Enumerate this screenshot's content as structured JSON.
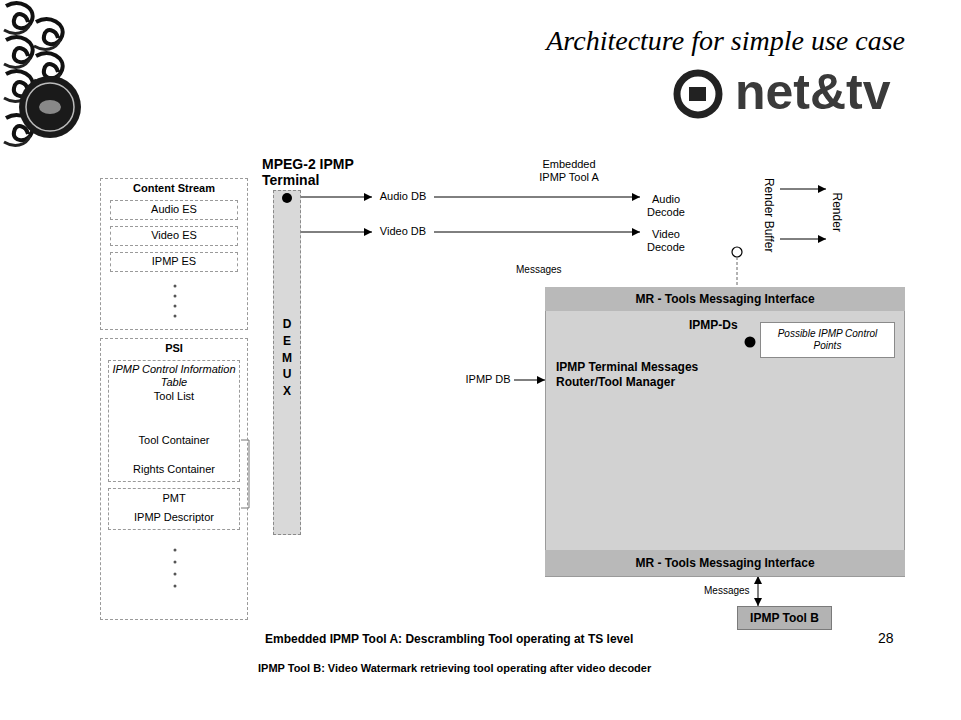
{
  "diagram": {
    "title": "Architecture for simple use case",
    "nodes": [
      {
        "text": [
          "Content Stream"
        ]
      },
      {
        "text": [
          "Audio ES"
        ],
        "in": 0
      },
      {
        "text": [
          "Video ES"
        ],
        "in": 0
      },
      {
        "text": [
          "IPMP ES"
        ],
        "in": 0
      },
      {
        "text": [
          "PSI"
        ]
      },
      {
        "text": [
          "IPMP Control Information Table",
          "Tool List",
          "Tool Container",
          "Rights Container"
        ],
        "in": 4
      },
      {
        "text": [
          "PMT",
          "IPMP Descriptor"
        ],
        "in": 4
      },
      {
        "text": [
          "DEMUX"
        ]
      },
      {
        "text": [
          "Audio DB"
        ]
      },
      {
        "text": [
          "Video DB"
        ]
      },
      {
        "text": [
          "Audio Decode"
        ]
      },
      {
        "text": [
          "Video Decode"
        ]
      },
      {
        "text": [
          "Render Buffer"
        ]
      },
      {
        "text": [
          "Render"
        ]
      },
      {
        "text": [
          "IPMP-Ds",
          "IPMP Terminal Messages Router/Tool Manager"
        ]
      },
      {
        "text": [
          "MR - Tools Messaging Interface"
        ],
        "in": 14
      },
      {
        "text": [
          "Possible IPMP Control Points"
        ],
        "in": 14
      },
      {
        "text": [
          "MR - Tools Messaging Interface"
        ],
        "in": 14
      },
      {
        "text": [
          "IPMP DB"
        ]
      },
      {
        "text": [
          "IPMP Tool B"
        ]
      }
    ],
    "edges": [
      {
        "from": 7,
        "to": 8,
        "arrow": "to"
      },
      {
        "from": 7,
        "to": 9,
        "arrow": "to"
      },
      {
        "from": 8,
        "to": 10,
        "arrow": "to"
      },
      {
        "from": 9,
        "to": 11,
        "arrow": "to"
      },
      {
        "from": 12,
        "to": 13,
        "arrow": "to"
      },
      {
        "from": 12,
        "to": 13,
        "arrow": "to"
      },
      {
        "from": 18,
        "to": 14,
        "arrow": "to"
      },
      {
        "from": 17,
        "to": 19,
        "label": "Messages",
        "arrow": "both"
      }
    ],
    "labels": [
      "net&tv",
      "MPEG-2 IPMP Terminal",
      "Embedded IPMP Tool A",
      "Messages",
      "Embedded IPMP Tool A: Descrambling Tool operating at TS level",
      "IPMP Tool B: Video Watermark retrieving tool operating after video decoder",
      "28"
    ]
  }
}
